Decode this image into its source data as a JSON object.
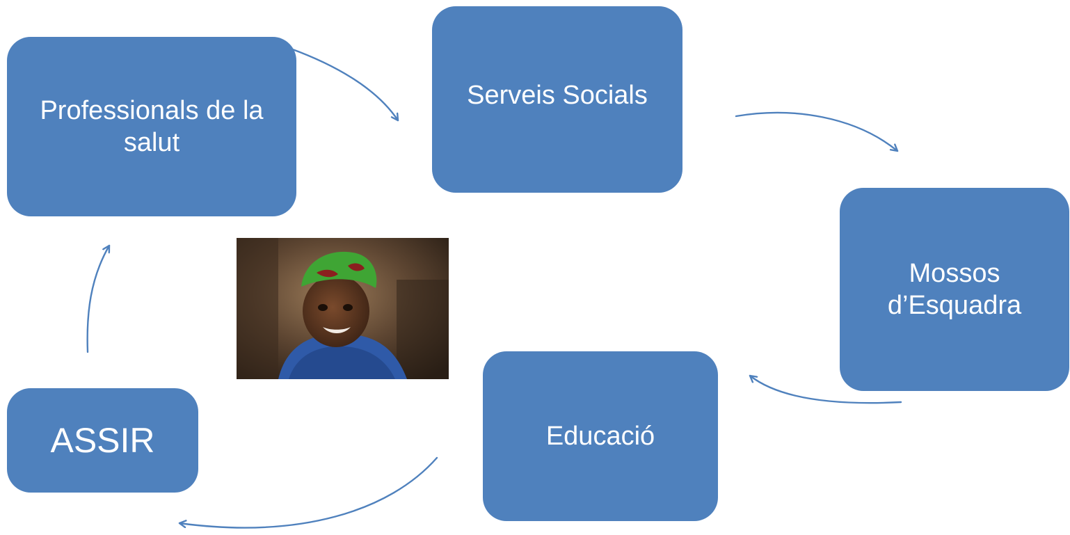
{
  "diagram": {
    "nodes": [
      {
        "id": "professionals",
        "label": "Professionals de la salut"
      },
      {
        "id": "serveis",
        "label": "Serveis Socials"
      },
      {
        "id": "mossos",
        "label": "Mossos d’Esquadra"
      },
      {
        "id": "educacio",
        "label": "Educació"
      },
      {
        "id": "assir",
        "label": "ASSIR"
      }
    ],
    "edges": [
      {
        "from": "professionals",
        "to": "serveis"
      },
      {
        "from": "serveis",
        "to": "mossos"
      },
      {
        "from": "mossos",
        "to": "educacio"
      },
      {
        "from": "educacio",
        "to": "assir"
      },
      {
        "from": "assir",
        "to": "professionals"
      }
    ],
    "photo": {
      "subject": "smiling girl wearing a green headscarf"
    },
    "colors": {
      "node_fill": "#4f81bd",
      "node_text": "#ffffff",
      "connector": "#4f81bd"
    }
  }
}
